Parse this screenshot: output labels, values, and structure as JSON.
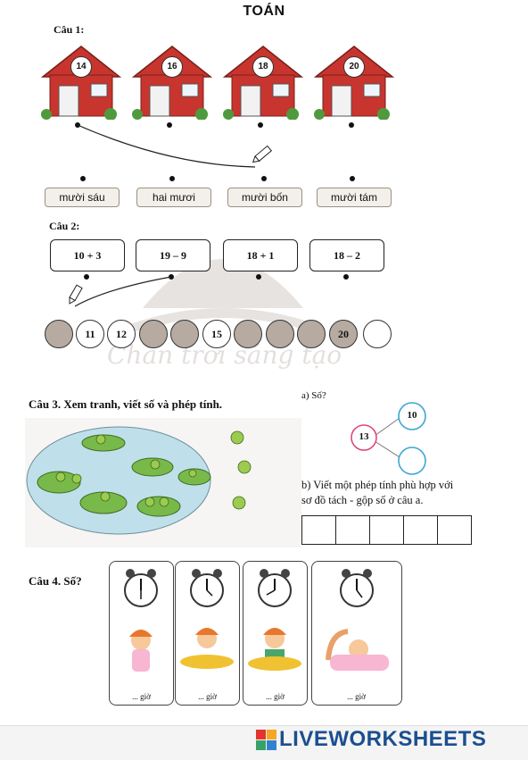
{
  "title": "TOÁN",
  "q1": {
    "label": "Câu 1:",
    "houses": [
      "14",
      "16",
      "18",
      "20"
    ],
    "words": [
      "mười sáu",
      "hai mươi",
      "mười bốn",
      "mười tám"
    ]
  },
  "q2": {
    "label": "Câu 2:",
    "expressions": [
      "10 + 3",
      "19 – 9",
      "18 + 1",
      "18 – 2"
    ],
    "circles": [
      "",
      "11",
      "12",
      "",
      "",
      "15",
      "",
      "",
      "",
      "20"
    ]
  },
  "q3": {
    "label": "Câu 3. Xem tranh, viết số và phép tính.",
    "part_a_label": "a) Số?",
    "diagram": {
      "whole": "13",
      "part1": "10",
      "part2": ""
    },
    "part_b_text_line1": "b) Viết một phép tính phù hợp với",
    "part_b_text_line2": "sơ đồ tách - gộp số ở câu a."
  },
  "q4": {
    "label": "Câu 4. Số?",
    "captions": [
      "... giờ",
      "... giờ",
      "... giờ",
      "... giờ"
    ]
  },
  "watermark": "Chân trời sáng tạo",
  "brand": {
    "live_letters": "LIVE",
    "name": "LIVEWORKSHEETS"
  },
  "colors": {
    "house_red": "#c8352e",
    "circle_fill": "#b6aaa1",
    "pink": "#e0467c",
    "blue": "#3ba6d4",
    "brand_blue": "#1b4f8f"
  }
}
